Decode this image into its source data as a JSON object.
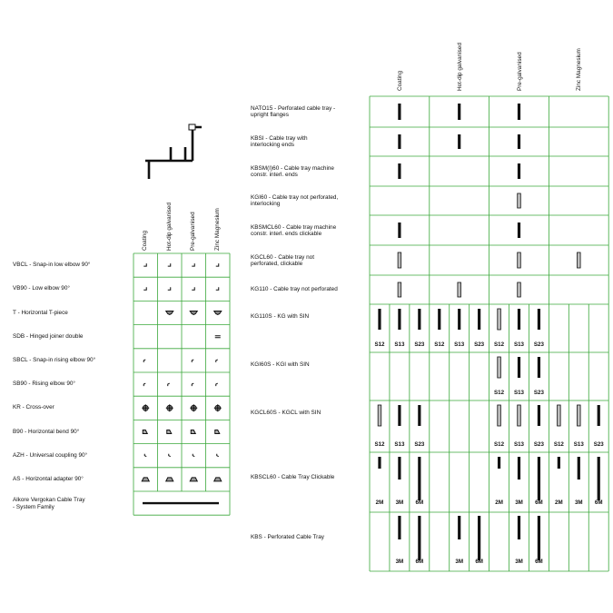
{
  "colors": {
    "grid": "#3aa83a",
    "ink": "#111111",
    "galv_fill": "#bdbdbd"
  },
  "left_table": {
    "headers": [
      "Coating",
      "Hot-dip galvanised",
      "Pre-galvanised",
      "Zinc Magnesium"
    ],
    "rows": [
      {
        "label": "VBCL - Snap-in low elbow 90°",
        "cells": [
          "elbow-low",
          "elbow-low",
          "elbow-low",
          "elbow-low"
        ]
      },
      {
        "label": "VB90 - Low elbow 90°",
        "cells": [
          "elbow-low",
          "elbow-low",
          "elbow-low",
          "elbow-low"
        ]
      },
      {
        "label": "T - Horizontal T-piece",
        "cells": [
          "",
          "tee",
          "tee",
          "tee"
        ]
      },
      {
        "label": "SDB - Hinged joiner double",
        "cells": [
          "",
          "",
          "",
          "joiner"
        ]
      },
      {
        "label": "SBCL - Snap-in rising elbow 90°",
        "cells": [
          "elbow-rise",
          "",
          "elbow-rise",
          "elbow-rise"
        ]
      },
      {
        "label": "SB90 - Rising elbow 90°",
        "cells": [
          "elbow-rise",
          "elbow-rise",
          "elbow-rise",
          "elbow-rise"
        ]
      },
      {
        "label": "KR - Cross-over",
        "cells": [
          "cross",
          "cross",
          "cross",
          "cross"
        ]
      },
      {
        "label": "B90 - Horizontal bend 90°",
        "cells": [
          "bend",
          "bend",
          "bend",
          "bend"
        ]
      },
      {
        "label": "AZH - Universal coupling 90°",
        "cells": [
          "coupling",
          "coupling",
          "coupling",
          "coupling"
        ]
      },
      {
        "label": "AS - Horizontal adapter 90°",
        "cells": [
          "adapter",
          "adapter",
          "adapter",
          "adapter"
        ]
      },
      {
        "label": "Alkore Vergokan Cable Tray\n - System Family",
        "cells": [
          "family"
        ]
      }
    ]
  },
  "right_table": {
    "headers": [
      "Coating",
      "Hot-dip galvanised",
      "Pre-galvanised",
      "Zinc Magnesium"
    ],
    "rows": [
      {
        "label": "NATO15 - Perforated cable tray -\nupright flanges",
        "groups": [
          [
            1
          ],
          [
            1
          ],
          [
            1
          ],
          []
        ]
      },
      {
        "label": "KBSI - Cable tray with\ninterlocking ends",
        "groups": [
          [
            1
          ],
          [
            1
          ],
          [
            1
          ],
          []
        ]
      },
      {
        "label": "KBSM(I)60 - Cable tray machine\nconstr. interl. ends",
        "groups": [
          [
            1
          ],
          [],
          [
            1
          ],
          []
        ]
      },
      {
        "label": "KGI60 - Cable tray not perforated,\ninterlocking",
        "groups": [
          [],
          [],
          [
            2
          ],
          []
        ]
      },
      {
        "label": "KBSMCL60 - Cable tray machine\nconstr. interl. ends clickable",
        "groups": [
          [
            1
          ],
          [],
          [
            1
          ],
          []
        ]
      },
      {
        "label": "KGCL60 - Cable tray not\nperforated, clickable",
        "groups": [
          [
            2
          ],
          [],
          [
            2
          ],
          [
            2
          ]
        ]
      },
      {
        "label": "KG110 - Cable tray not perforated",
        "groups": [
          [
            2
          ],
          [
            2
          ],
          [
            2
          ],
          []
        ]
      },
      {
        "label": "KG110S - KG with SIN",
        "sizes": [
          "S12",
          "S13",
          "S23"
        ],
        "groups": [
          [
            1,
            1,
            1
          ],
          [
            1,
            1,
            1
          ],
          [
            2,
            1,
            1
          ],
          []
        ]
      },
      {
        "label": "KGI60S - KGI with SIN",
        "sizes": [
          "S12",
          "S13",
          "S23"
        ],
        "groups": [
          [],
          [],
          [
            2,
            1,
            1
          ],
          []
        ]
      },
      {
        "label": "KGCL60S - KGCL with SIN",
        "sizes": [
          "S12",
          "S13",
          "S23"
        ],
        "groups": [
          [
            2,
            1,
            1
          ],
          [],
          [
            2,
            2,
            1
          ],
          [
            2,
            2,
            1
          ]
        ]
      },
      {
        "label": "KBSCL60 - Cable Tray Clickable",
        "sizes": [
          "2M",
          "3M",
          "6M"
        ],
        "groups": [
          [
            1,
            1,
            1
          ],
          [],
          [
            1,
            1,
            1
          ],
          [
            1,
            1,
            1
          ]
        ]
      },
      {
        "label": "KBS - Perforated Cable Tray",
        "sizes": [
          "",
          "3M",
          "6M"
        ],
        "groups": [
          [
            0,
            1,
            1
          ],
          [
            0,
            1,
            1
          ],
          [
            0,
            1,
            1
          ],
          []
        ]
      }
    ]
  }
}
